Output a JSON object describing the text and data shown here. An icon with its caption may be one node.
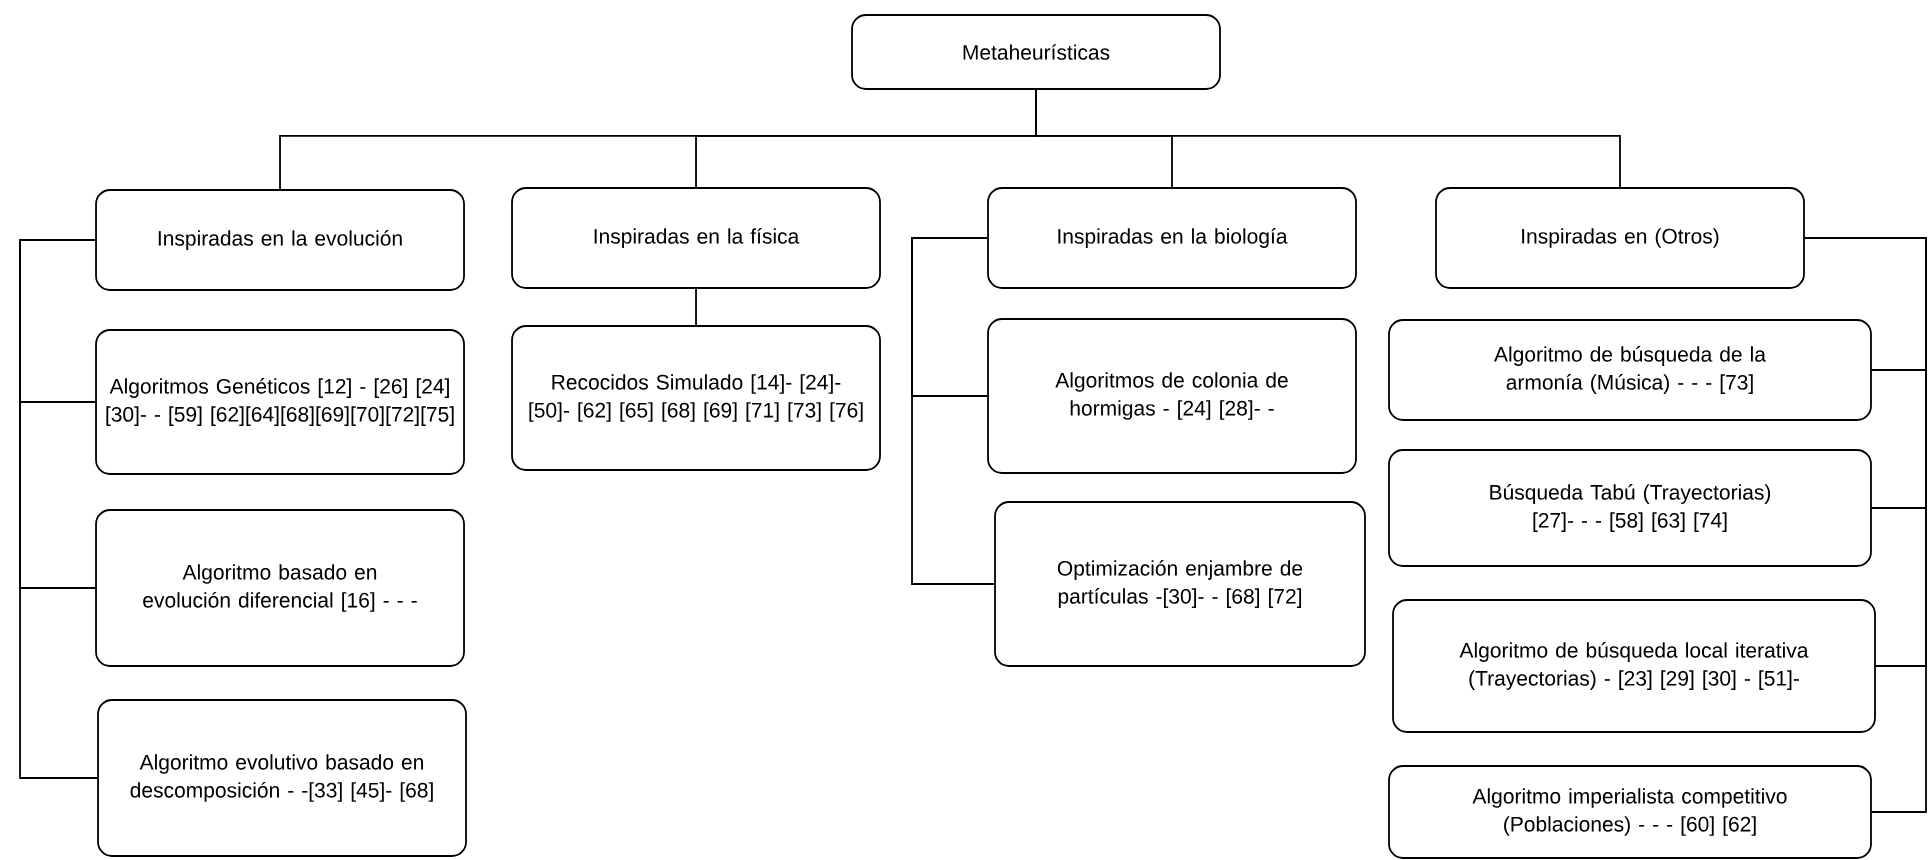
{
  "diagram": {
    "nodes": [
      {
        "text": [
          "Metaheurísticas"
        ]
      },
      {
        "text": [
          "Inspiradas en la evolución"
        ]
      },
      {
        "text": [
          "Inspiradas en la física"
        ]
      },
      {
        "text": [
          "Inspiradas en la biología"
        ]
      },
      {
        "text": [
          "Inspiradas en (Otros)"
        ]
      },
      {
        "text": [
          "Algoritmos Genéticos [12] - [26] [24] [30]- - [59] [62][64][68][69][70][72][75]"
        ]
      },
      {
        "text": [
          "Algoritmo basado en evolución diferencial [16] - - -"
        ]
      },
      {
        "text": [
          "Algoritmo evolutivo basado en descomposición - -[33] [45]- [68]"
        ]
      },
      {
        "text": [
          "Recocidos Simulado [14]- [24]- [50]- [62] [65] [68] [69] [71] [73] [76]"
        ]
      },
      {
        "text": [
          "Algoritmos de colonia de hormigas - [24] [28]- -"
        ]
      },
      {
        "text": [
          "Optimización enjambre de partículas -[30]- - [68] [72]"
        ]
      },
      {
        "text": [
          "Algoritmo de búsqueda de la armonía (Música) - - - [73]"
        ]
      },
      {
        "text": [
          "Búsqueda Tabú (Trayectorias) [27]- - - [58] [63] [74]"
        ]
      },
      {
        "text": [
          "Algoritmo de búsqueda local iterativa (Trayectorias) - [23] [29] [30] - [51]-"
        ]
      },
      {
        "text": [
          "Algoritmo imperialista competitivo (Poblaciones) - - - [60] [62]"
        ]
      }
    ],
    "edges": [
      {
        "from": 0,
        "to": 1,
        "arrow": "none"
      },
      {
        "from": 0,
        "to": 2,
        "arrow": "none"
      },
      {
        "from": 0,
        "to": 3,
        "arrow": "none"
      },
      {
        "from": 0,
        "to": 4,
        "arrow": "none"
      },
      {
        "from": 1,
        "to": 5,
        "arrow": "none"
      },
      {
        "from": 1,
        "to": 6,
        "arrow": "none"
      },
      {
        "from": 1,
        "to": 7,
        "arrow": "none"
      },
      {
        "from": 2,
        "to": 8,
        "arrow": "none"
      },
      {
        "from": 3,
        "to": 9,
        "arrow": "none"
      },
      {
        "from": 3,
        "to": 10,
        "arrow": "none"
      },
      {
        "from": 4,
        "to": 11,
        "arrow": "none"
      },
      {
        "from": 4,
        "to": 12,
        "arrow": "none"
      },
      {
        "from": 4,
        "to": 13,
        "arrow": "none"
      },
      {
        "from": 4,
        "to": 14,
        "arrow": "none"
      }
    ]
  }
}
